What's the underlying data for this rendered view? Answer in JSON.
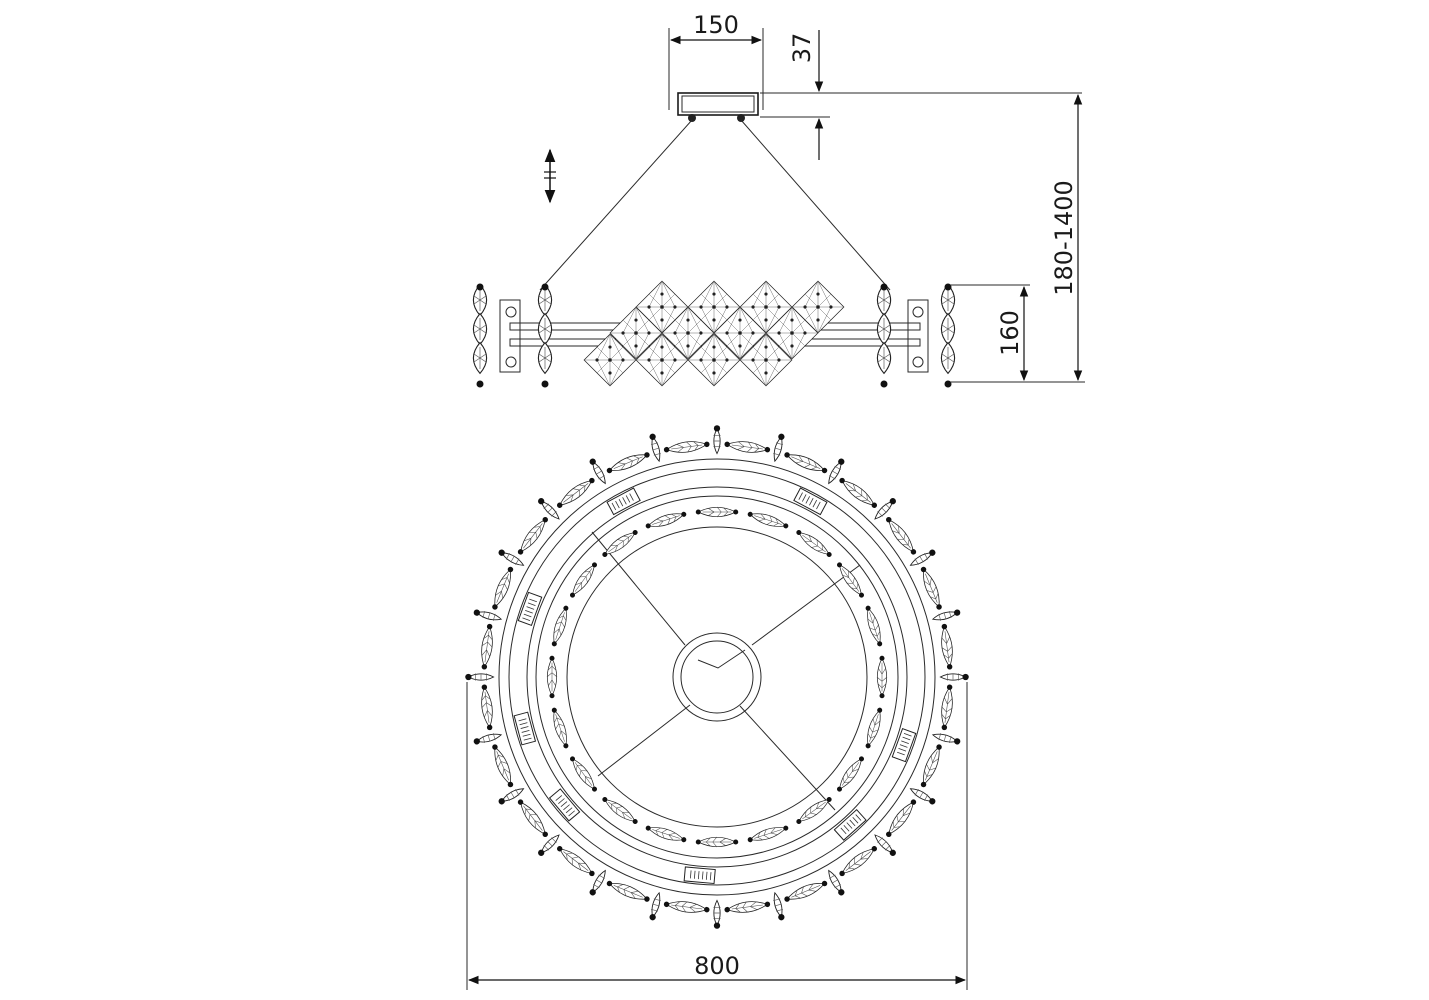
{
  "dimensions": {
    "canopy_width": "150",
    "canopy_height": "37",
    "overall_height": "180-1400",
    "body_height": "160",
    "diameter": "800"
  },
  "symbols": {
    "adjustable_length": "adjustable-length-icon"
  }
}
